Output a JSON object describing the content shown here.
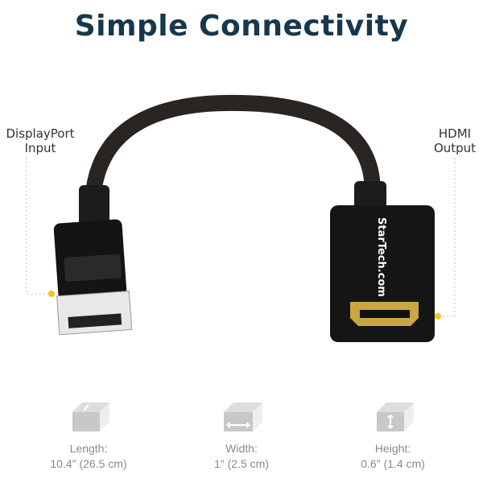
{
  "title": "Simple Connectivity",
  "callouts": {
    "left": {
      "line1": "DisplayPort",
      "line2": "Input"
    },
    "right": {
      "line1": "HDMI",
      "line2": "Output"
    }
  },
  "brand": "StarTech.com",
  "dimensions": [
    {
      "label": "Length:",
      "value": "10.4\" (26.5 cm)",
      "icon": "length-box-icon"
    },
    {
      "label": "Width:",
      "value": "1\" (2.5 cm)",
      "icon": "width-box-icon"
    },
    {
      "label": "Height:",
      "value": "0.6\" (1.4 cm)",
      "icon": "height-box-icon"
    }
  ],
  "colors": {
    "title": "#17384c",
    "accent": "#f5c518"
  }
}
